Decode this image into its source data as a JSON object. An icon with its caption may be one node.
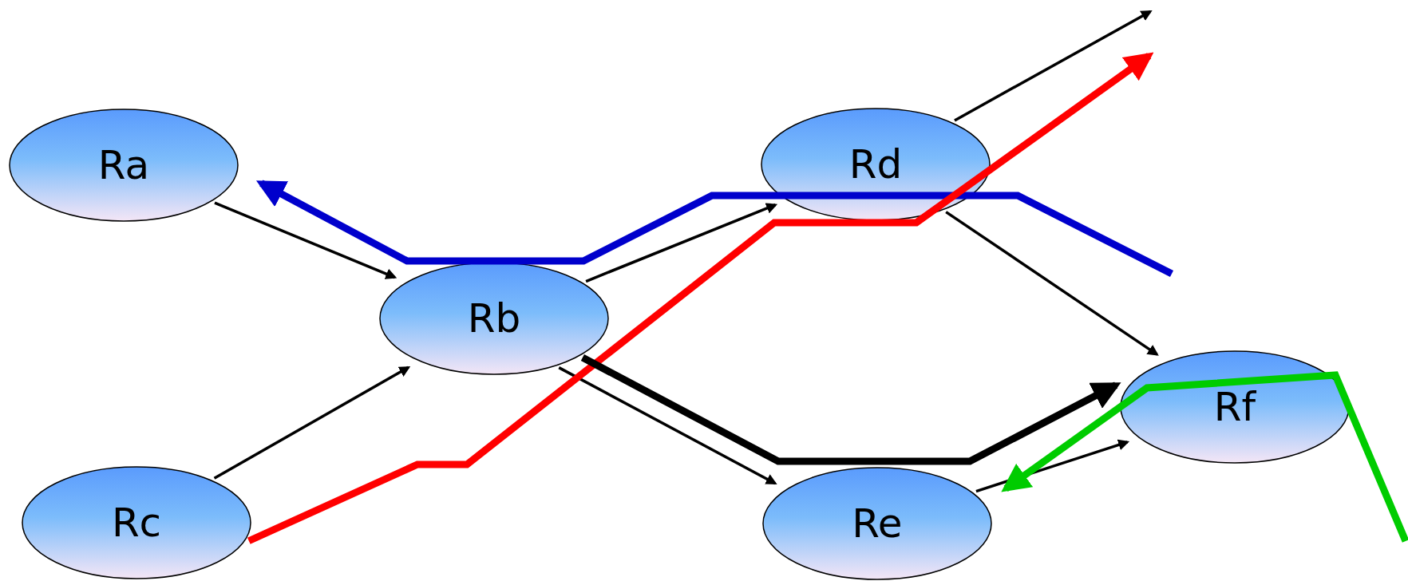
{
  "diagram": {
    "nodes": [
      {
        "text": [
          "Ra"
        ]
      },
      {
        "text": [
          "Rb"
        ]
      },
      {
        "text": [
          "Rc"
        ]
      },
      {
        "text": [
          "Rd"
        ]
      },
      {
        "text": [
          "Re"
        ]
      },
      {
        "text": [
          "Rf"
        ]
      }
    ],
    "edges": [
      {
        "from": 0,
        "to": 1,
        "arrow": "to"
      },
      {
        "from": 2,
        "to": 1,
        "arrow": "to"
      },
      {
        "from": 1,
        "to": 3,
        "arrow": "to"
      },
      {
        "from": 1,
        "to": 4,
        "arrow": "to"
      },
      {
        "from": 3,
        "to": 5,
        "arrow": "to"
      },
      {
        "from": 4,
        "to": 5,
        "arrow": "to"
      },
      {
        "from": 3,
        "to": null,
        "arrow": "to"
      },
      {
        "from": null,
        "to": 0,
        "arrow": "to",
        "style": "thick",
        "color": "#0000cc"
      },
      {
        "from": 2,
        "to": null,
        "arrow": "to",
        "style": "thick",
        "color": "#ff0000"
      },
      {
        "from": null,
        "to": 4,
        "arrow": "to",
        "style": "thick",
        "color": "#00cc00"
      },
      {
        "from": 1,
        "to": 5,
        "arrow": "to",
        "style": "thick"
      }
    ]
  }
}
